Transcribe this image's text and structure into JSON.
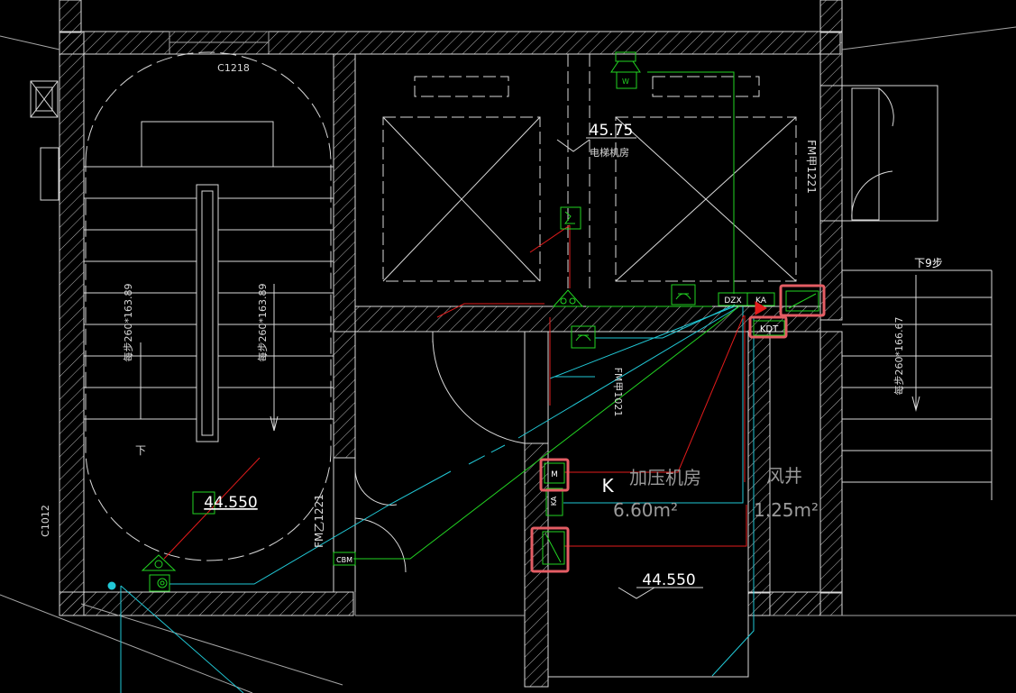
{
  "canvas": {
    "background": "#000000",
    "colors": {
      "wall": "#d9d9d9",
      "hatch": "#bfbfbf",
      "grid": "#a6a6a6",
      "green": "#22d422",
      "cyan": "#21c8d6",
      "red": "#e31b1b",
      "highlight": "#e45d64",
      "white": "#ffffff"
    }
  },
  "labels": {
    "window_c1218": "C1218",
    "window_c1012": "C1012",
    "elev_machine_room": "45.75",
    "machine_room_name": "电梯机房",
    "door_fm_jia_1221": "FM甲1221",
    "door_fm_yi_1221": "FM乙1221",
    "door_fm_jia_1021": "FM甲1021",
    "stair_note_left": "每步260*163.89",
    "stair_note_mid": "每步260*163.89",
    "stair_note_right": "每步260*166.67",
    "stair_down_9": "下9步",
    "stair_down_mark": "下",
    "elev_stair_landing": "44.550",
    "pressurization_room": "加压机房",
    "pressurization_area": "6.60m²",
    "air_shaft": "风井",
    "air_shaft_area": "1.25m²",
    "elev_pressurization": "44.550",
    "letter_k": "K"
  },
  "symbols": {
    "dzx": "DZX",
    "ka_top": "KA",
    "kdt": "KDT",
    "m": "M",
    "ka_side": "KA",
    "cbm": "CBM",
    "w": "W"
  },
  "highlights": [
    "kdt-symbol",
    "fan-symbol-top",
    "motor-m-symbol",
    "damper-symbol"
  ]
}
